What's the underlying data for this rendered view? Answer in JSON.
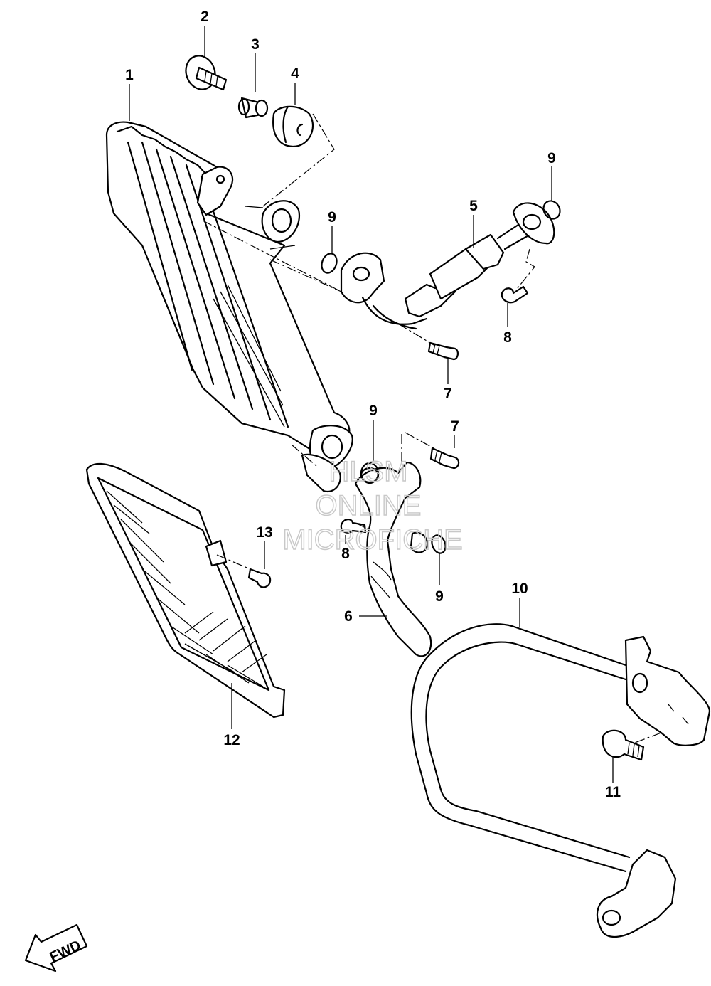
{
  "callouts": [
    {
      "id": "c1",
      "text": "1"
    },
    {
      "id": "c2",
      "text": "2"
    },
    {
      "id": "c3",
      "text": "3"
    },
    {
      "id": "c4",
      "text": "4"
    },
    {
      "id": "c5",
      "text": "5"
    },
    {
      "id": "c6",
      "text": "6"
    },
    {
      "id": "c7a",
      "text": "7"
    },
    {
      "id": "c7b",
      "text": "7"
    },
    {
      "id": "c8a",
      "text": "8"
    },
    {
      "id": "c8b",
      "text": "8"
    },
    {
      "id": "c9a",
      "text": "9"
    },
    {
      "id": "c9b",
      "text": "9"
    },
    {
      "id": "c9c",
      "text": "9"
    },
    {
      "id": "c9d",
      "text": "9"
    },
    {
      "id": "c10",
      "text": "10"
    },
    {
      "id": "c11",
      "text": "11"
    },
    {
      "id": "c12",
      "text": "12"
    },
    {
      "id": "c13",
      "text": "13"
    }
  ],
  "watermark": {
    "line1": "HLSM",
    "line2": "ONLINE",
    "line3": "MICROFICHE"
  },
  "fwd_label": "FWD"
}
